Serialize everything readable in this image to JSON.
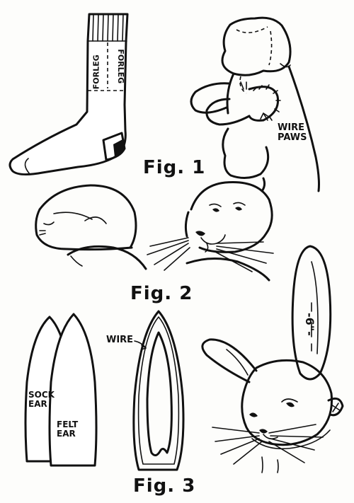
{
  "figures": [
    {
      "caption": "Fig. 1",
      "labels": {
        "sock_left": "FORLEG",
        "sock_right": "FORLEG",
        "paws": "WIRE PAWS"
      }
    },
    {
      "caption": "Fig. 2"
    },
    {
      "caption": "Fig. 3",
      "labels": {
        "wire": "WIRE",
        "sock_ear": "SOCK EAR",
        "felt_ear": "FELT EAR",
        "ear_length": "-6\"-"
      }
    }
  ]
}
